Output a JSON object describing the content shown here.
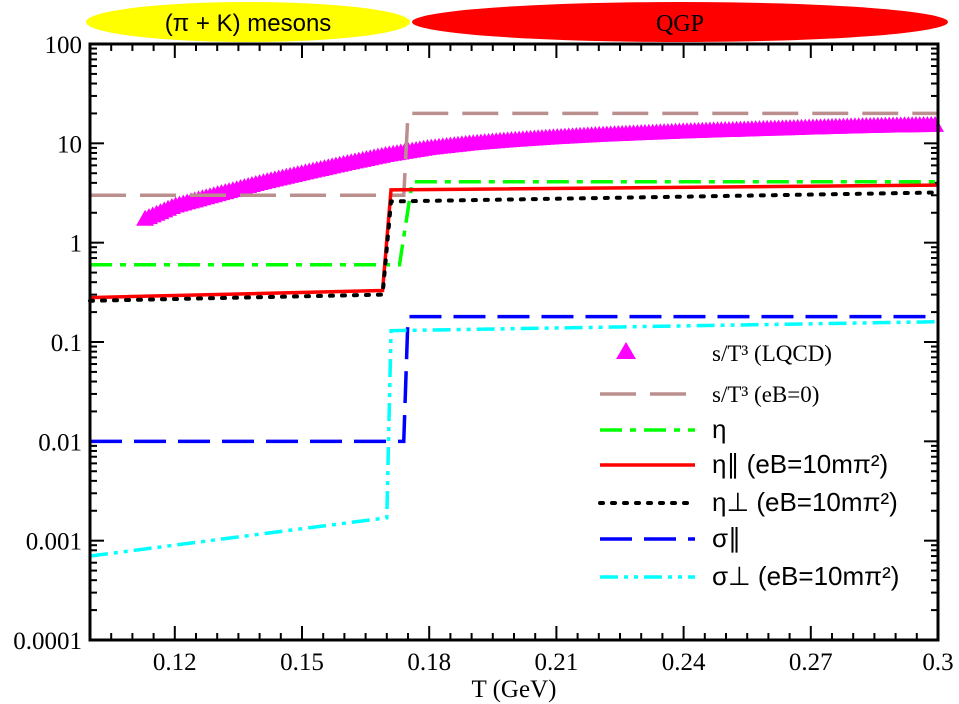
{
  "phase_bands": [
    {
      "label": "(π + K) mesons",
      "color": "#ffff00"
    },
    {
      "label": "QGP",
      "color": "#ff0000"
    }
  ],
  "chart_data": {
    "type": "line",
    "xlabel": "T (GeV)",
    "ylabel": "",
    "xlim": [
      0.1,
      0.3
    ],
    "ylim": [
      0.0001,
      100
    ],
    "yscale": "log",
    "xticks": [
      0.12,
      0.15,
      0.18,
      0.21,
      0.24,
      0.27,
      0.3
    ],
    "xtick_labels": [
      "0.12",
      "0.15",
      "0.18",
      "0.21",
      "0.24",
      "0.27",
      "0.3"
    ],
    "yticks": [
      0.0001,
      0.001,
      0.01,
      0.1,
      1,
      10,
      100
    ],
    "ytick_labels": [
      "0.0001",
      "0.001",
      "0.01",
      "0.1",
      "1",
      "10",
      "100"
    ],
    "grid": false,
    "legend_position": "bottom-right",
    "series": [
      {
        "name": "s/T³ (LQCD)",
        "color": "#ff00ff",
        "style": "triangle",
        "x": [
          0.113,
          0.12,
          0.13,
          0.14,
          0.15,
          0.16,
          0.17,
          0.18,
          0.19,
          0.2,
          0.21,
          0.22,
          0.23,
          0.24,
          0.25,
          0.26,
          0.27,
          0.28,
          0.29,
          0.3
        ],
        "y": [
          1.7,
          2.3,
          3.0,
          3.9,
          4.9,
          6.1,
          7.5,
          8.8,
          9.8,
          10.6,
          11.3,
          11.9,
          12.4,
          12.9,
          13.3,
          13.7,
          14.1,
          14.5,
          14.8,
          15.0
        ]
      },
      {
        "name": "s/T³ (eB=0)",
        "color": "#bc8f8f",
        "style": "dash",
        "x": [
          0.1,
          0.174,
          0.174,
          0.175,
          0.3
        ],
        "y": [
          3.0,
          3.0,
          3.0,
          20.0,
          20.0
        ]
      },
      {
        "name": "η",
        "color": "#00ff00",
        "style": "dashdot",
        "x": [
          0.1,
          0.173,
          0.176,
          0.3
        ],
        "y": [
          0.6,
          0.6,
          4.1,
          4.1
        ]
      },
      {
        "name": "η∥ (eB=10mπ²)",
        "color": "#ff0000",
        "style": "solid",
        "x": [
          0.1,
          0.169,
          0.171,
          0.3
        ],
        "y": [
          0.28,
          0.33,
          3.4,
          3.8
        ]
      },
      {
        "name": "η⊥ (eB=10mπ²)",
        "color": "#000000",
        "style": "dot",
        "x": [
          0.1,
          0.169,
          0.171,
          0.3
        ],
        "y": [
          0.26,
          0.3,
          2.6,
          3.2
        ]
      },
      {
        "name": "σ∥",
        "color": "#0000ff",
        "style": "longdash",
        "x": [
          0.1,
          0.174,
          0.175,
          0.3
        ],
        "y": [
          0.01,
          0.01,
          0.18,
          0.18
        ]
      },
      {
        "name": "σ⊥ (eB=10mπ²)",
        "color": "#00ffff",
        "style": "dashdotdot",
        "x": [
          0.1,
          0.17,
          0.171,
          0.3
        ],
        "y": [
          0.0007,
          0.0017,
          0.13,
          0.16
        ]
      }
    ]
  }
}
